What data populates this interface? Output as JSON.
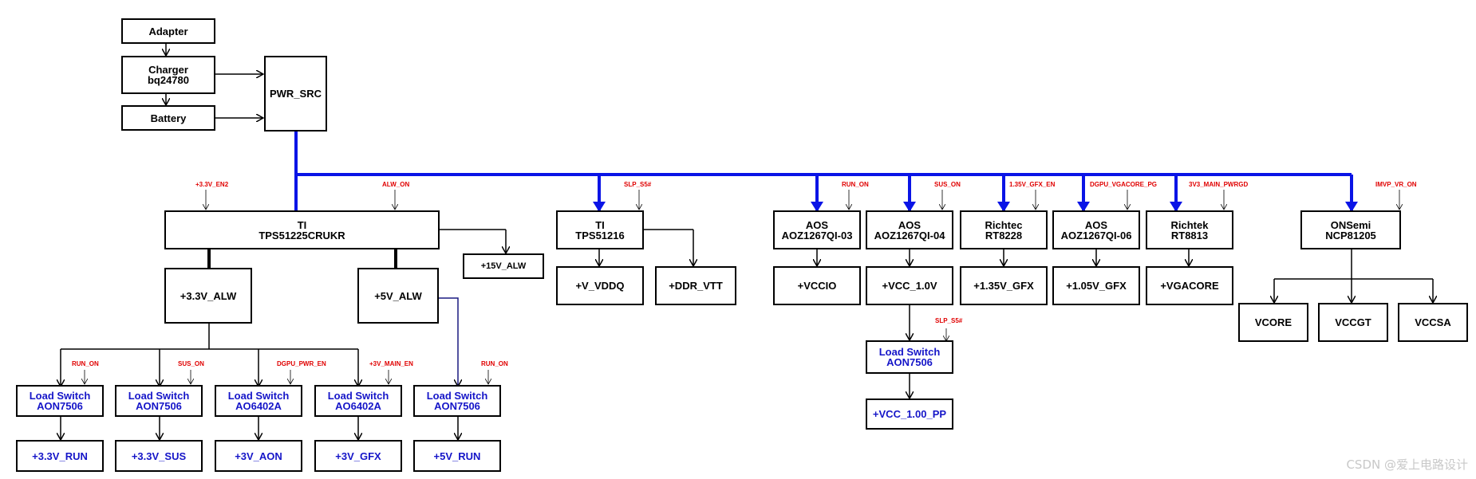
{
  "diagram": {
    "nodes": {
      "adapter": [
        "Adapter"
      ],
      "charger": [
        "Charger",
        "bq24780"
      ],
      "battery": [
        "Battery"
      ],
      "pwr_src": [
        "PWR_SRC"
      ],
      "ti_main": [
        "TI",
        "TPS51225CRUKR"
      ],
      "v15_alw": [
        "+15V_ALW"
      ],
      "v33_alw": [
        "+3.3V_ALW"
      ],
      "v5_alw": [
        "+5V_ALW"
      ],
      "ls1": [
        "Load Switch",
        "AON7506"
      ],
      "ls2": [
        "Load Switch",
        "AON7506"
      ],
      "ls3": [
        "Load Switch",
        "AO6402A"
      ],
      "ls4": [
        "Load Switch",
        "AO6402A"
      ],
      "ls5": [
        "Load Switch",
        "AON7506"
      ],
      "o_run": [
        "+3.3V_RUN"
      ],
      "o_sus": [
        "+3.3V_SUS"
      ],
      "o_aon": [
        "+3V_AON"
      ],
      "o_gfx": [
        "+3V_GFX"
      ],
      "o_5run": [
        "+5V_RUN"
      ],
      "ti_ddr": [
        "TI",
        "TPS51216"
      ],
      "v_vddq": [
        "+V_VDDQ"
      ],
      "ddr_vtt": [
        "+DDR_VTT"
      ],
      "aos03": [
        "AOS",
        "AOZ1267QI-03"
      ],
      "aos04": [
        "AOS",
        "AOZ1267QI-04"
      ],
      "rt8228": [
        "Richtec",
        "RT8228"
      ],
      "aos06": [
        "AOS",
        "AOZ1267QI-06"
      ],
      "rt8813": [
        "Richtek",
        "RT8813"
      ],
      "ncp": [
        "ONSemi",
        "NCP81205"
      ],
      "vccio": [
        "+VCCIO"
      ],
      "vcc10": [
        "+VCC_1.0V"
      ],
      "gfx135": [
        "+1.35V_GFX"
      ],
      "gfx105": [
        "+1.05V_GFX"
      ],
      "vgacore": [
        "+VGACORE"
      ],
      "ls6": [
        "Load Switch",
        "AON7506"
      ],
      "vcc100pp": [
        "+VCC_1.00_PP"
      ],
      "vcore": [
        "VCORE"
      ],
      "vccgt": [
        "VCCGT"
      ],
      "vccsa": [
        "VCCSA"
      ]
    },
    "signals": {
      "s_en2": "+3.3V_EN2",
      "s_alw": "ALW_ON",
      "s_slp1": "SLP_S5#",
      "s_run1": "RUN_ON",
      "s_sus1": "SUS_ON",
      "s_gfxen": "1.35V_GFX_EN",
      "s_dgpu_pg": "DGPU_VGACORE_PG",
      "s_3v3pg": "3V3_MAIN_PWRGD",
      "s_imvp": "IMVP_VR_ON",
      "s_run_ls1": "RUN_ON",
      "s_sus_ls2": "SUS_ON",
      "s_dgpu_en": "DGPU_PWR_EN",
      "s_3vmain": "+3V_MAIN_EN",
      "s_run_ls5": "RUN_ON",
      "s_slp2": "SLP_S5#"
    },
    "watermark": "CSDN @爱上电路设计",
    "colors": {
      "bus": "#0a14e6",
      "signal": "#e00000",
      "blue_text": "#1515c8",
      "line": "#000000"
    }
  }
}
